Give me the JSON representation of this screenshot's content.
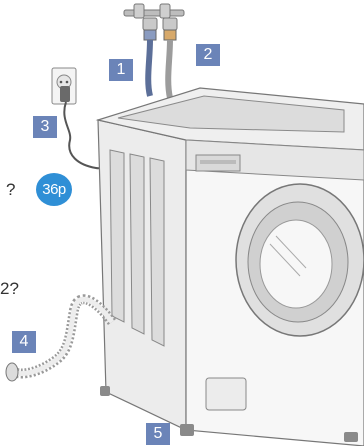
{
  "callouts": [
    {
      "id": "1",
      "label": "1"
    },
    {
      "id": "2",
      "label": "2"
    },
    {
      "id": "3",
      "label": "3"
    },
    {
      "id": "4",
      "label": "4"
    },
    {
      "id": "5",
      "label": "5"
    }
  ],
  "left_fragments": {
    "first": "?",
    "second": "2?"
  },
  "page_ref": "36p",
  "colors": {
    "callout": "#6b84b8",
    "page_ref": "#2f8fd6",
    "machine_body": "#f2f2f2",
    "outline": "#777777"
  }
}
